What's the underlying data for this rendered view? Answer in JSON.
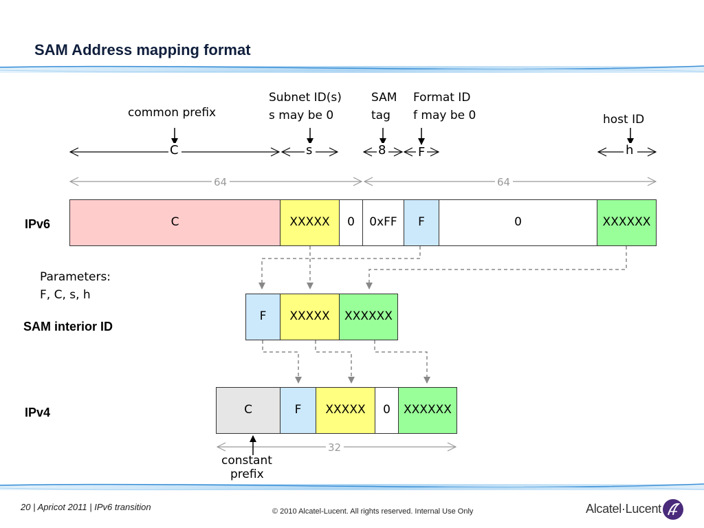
{
  "title": "SAM Address mapping format",
  "labels": {
    "common_prefix": "common prefix",
    "subnet_id_1": "Subnet ID(s)",
    "subnet_id_2": "s may be 0",
    "sam_1": "SAM",
    "sam_2": "tag",
    "format_1": "Format ID",
    "format_2": "f may be 0",
    "host_id": "host ID"
  },
  "arrows": {
    "c": "C",
    "s": "s",
    "tag": "8",
    "f": "F",
    "h": "h"
  },
  "dims": {
    "left": "64",
    "right": "64",
    "ipv4": "32"
  },
  "rows": {
    "ipv6": "IPv6",
    "sam": "SAM interior ID",
    "ipv4": "IPv4"
  },
  "ipv6_cells": [
    "C",
    "XXXXX",
    "0",
    "0xFF",
    "F",
    "0",
    "XXXXXX"
  ],
  "sam_cells": [
    "F",
    "XXXXX",
    "XXXXXX"
  ],
  "ipv4_cells": [
    "C",
    "F",
    "XXXXX",
    "0",
    "XXXXXX"
  ],
  "params": {
    "line1": "Parameters:",
    "line2": "F, C, s, h"
  },
  "constant_prefix": {
    "line1": "constant",
    "line2": "prefix"
  },
  "footer": {
    "left": "20 | Apricot 2011 | IPv6 transition",
    "center": "© 2010 Alcatel-Lucent. All rights reserved. Internal Use Only",
    "logo": "Alcatel·Lucent"
  },
  "colors": {
    "pink": "#ffcccc",
    "yellow": "#ffff80",
    "blue": "#cce8fb",
    "green": "#99ff99",
    "grey": "#e6e6e6",
    "white": "#ffffff",
    "accent": "#3a8fd6"
  }
}
